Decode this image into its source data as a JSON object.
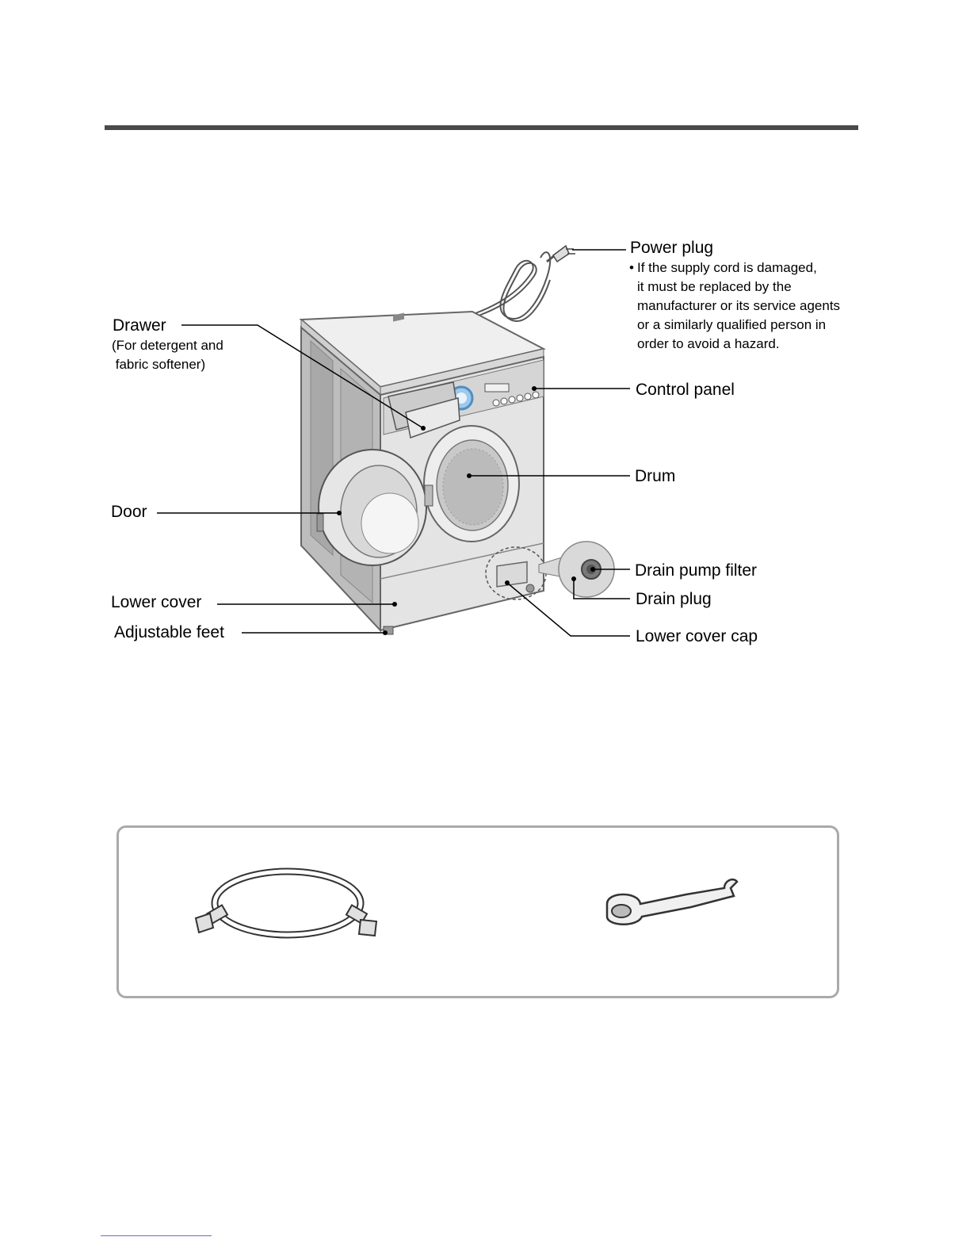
{
  "labels": {
    "power_plug": "Power plug",
    "power_plug_note": [
      "If the supply cord is damaged,",
      "it must be replaced by the",
      "manufacturer or its service agents",
      "or a similarly qualified person in",
      "order to avoid a hazard."
    ],
    "drawer": "Drawer",
    "drawer_sub": [
      "(For detergent and",
      " fabric softener)"
    ],
    "control_panel": "Control panel",
    "drum": "Drum",
    "door": "Door",
    "drain_pump_filter": "Drain pump filter",
    "drain_plug": "Drain plug",
    "lower_cover": "Lower cover",
    "lower_cover_cap": "Lower cover cap",
    "adjustable_feet": "Adjustable feet"
  },
  "bullet": "•",
  "accessories": [
    {
      "icon": "inlet-hose-icon"
    },
    {
      "icon": "spanner-icon"
    }
  ]
}
